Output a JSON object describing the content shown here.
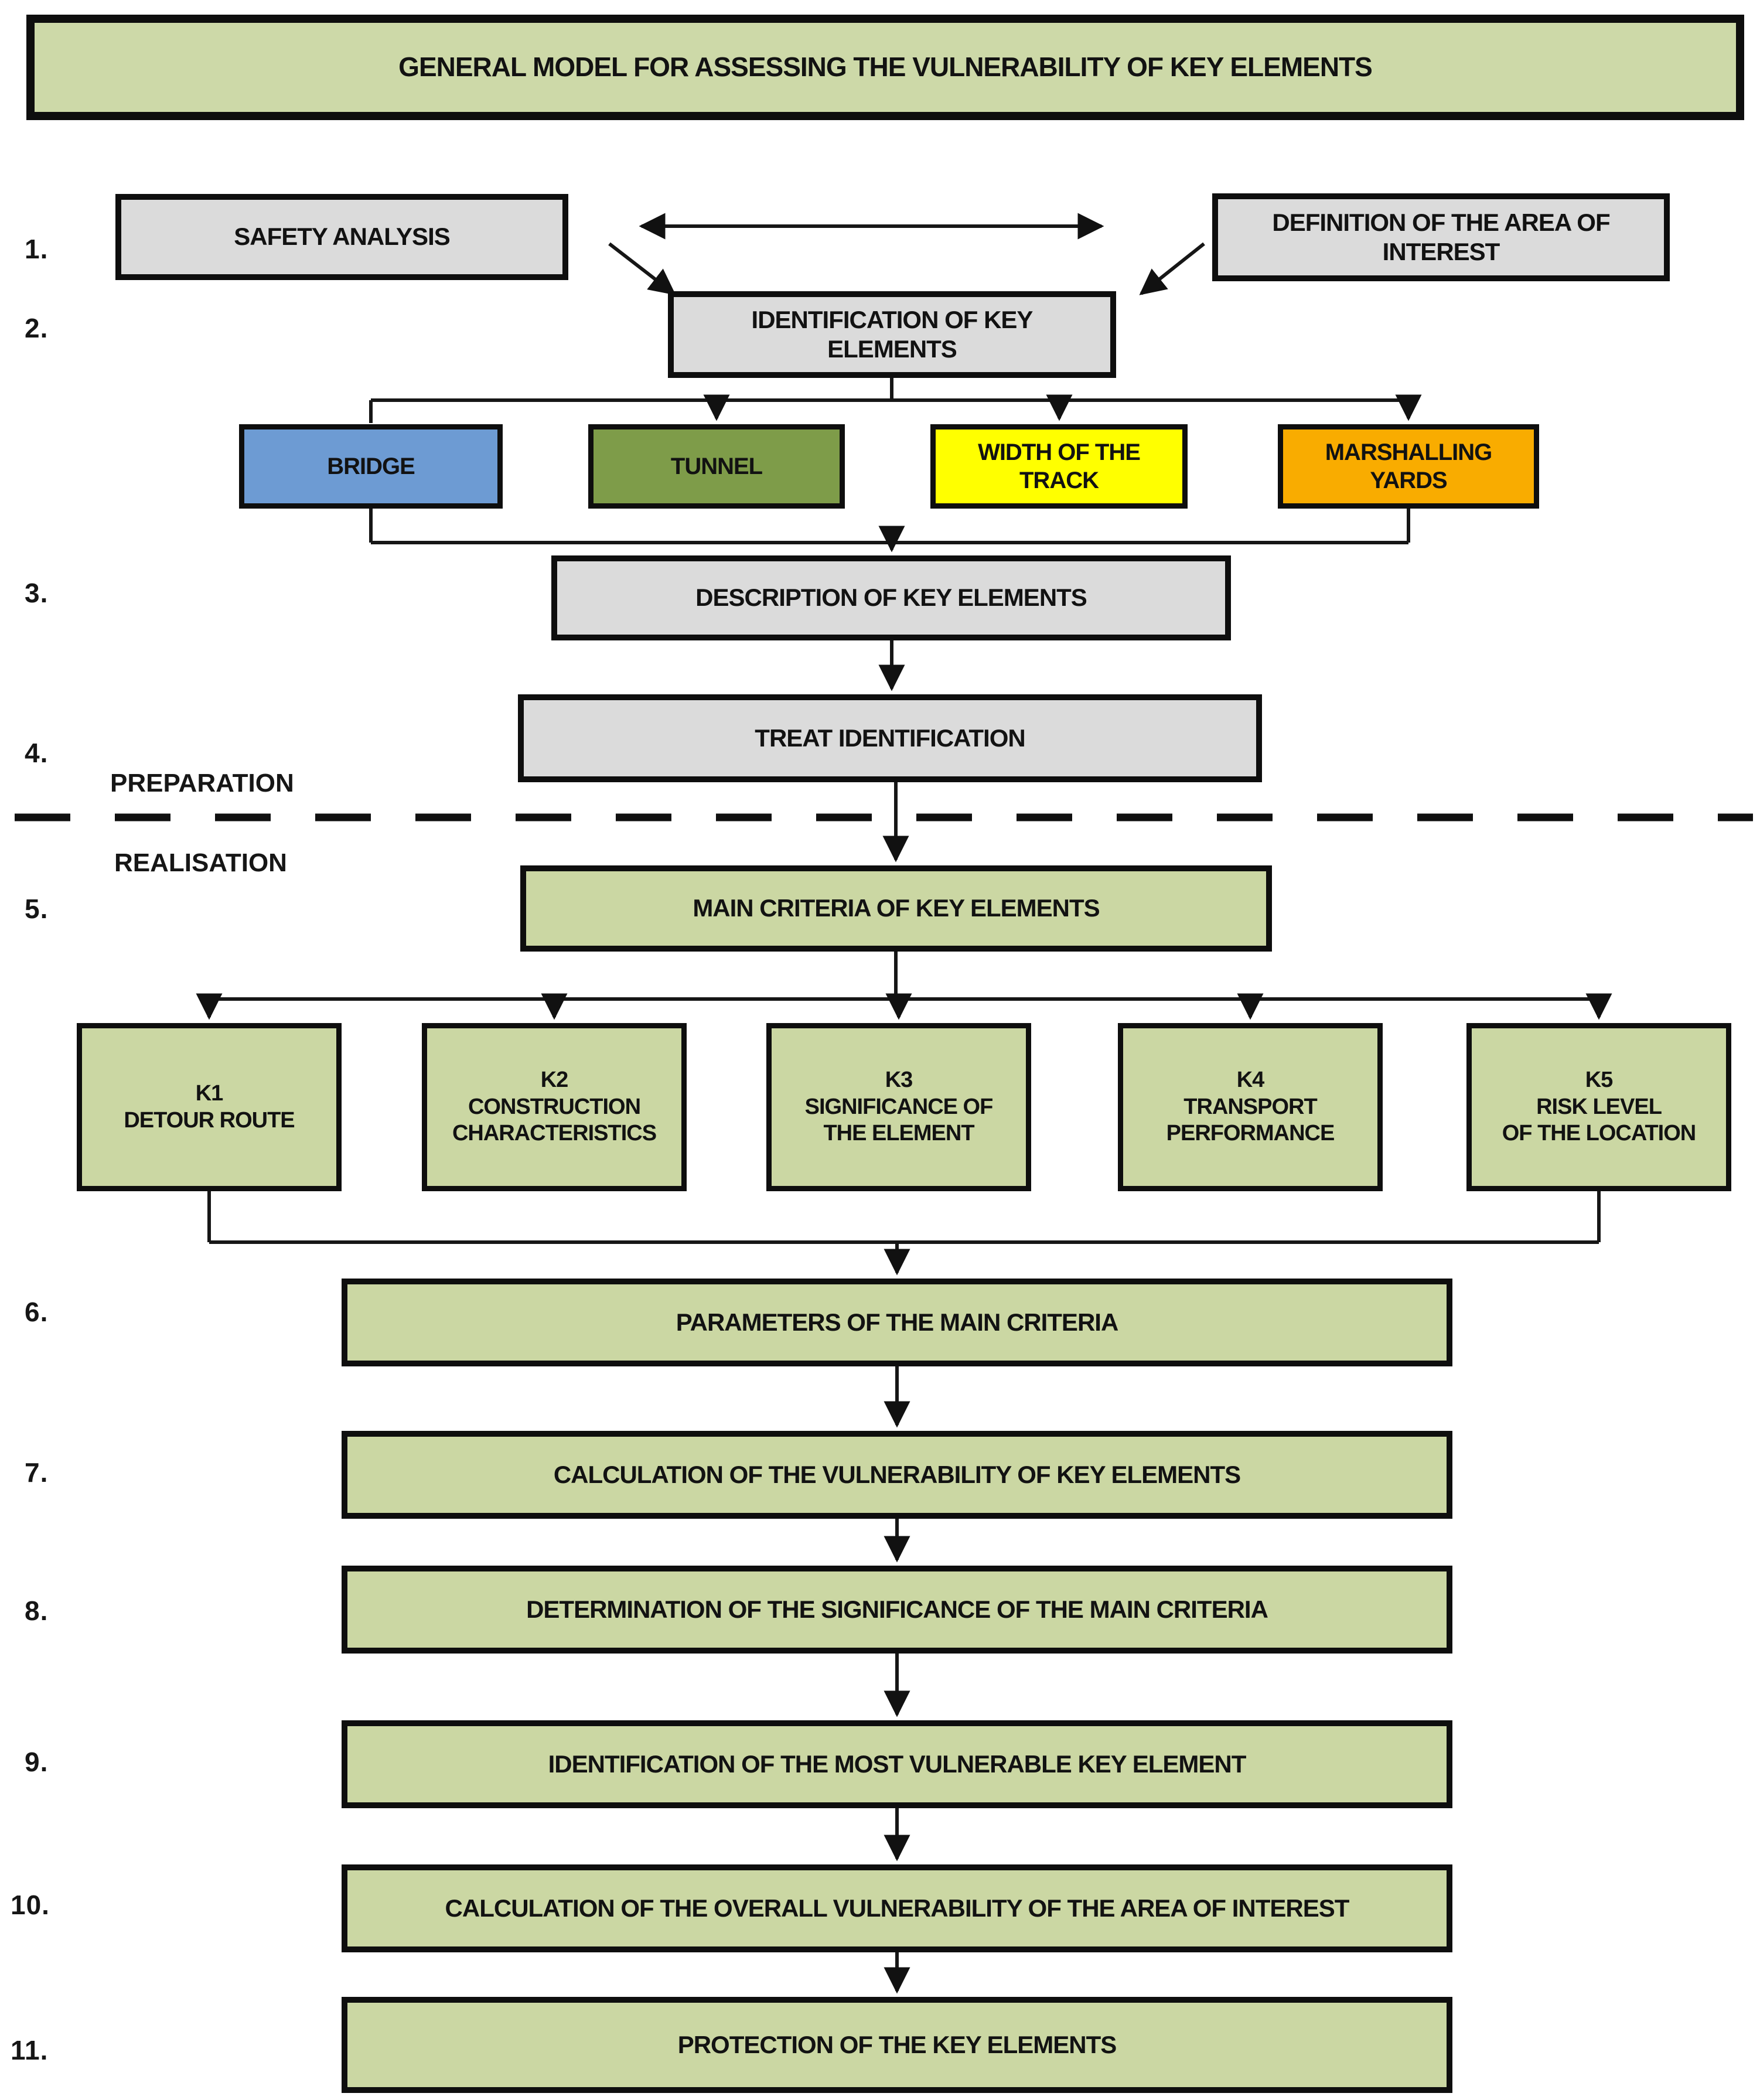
{
  "title": "GENERAL MODEL FOR ASSESSING THE VULNERABILITY OF KEY ELEMENTS",
  "phase_labels": {
    "preparation": "PREPARATION",
    "realisation": "REALISATION"
  },
  "step_numbers": [
    "1.",
    "2.",
    "3.",
    "4.",
    "5.",
    "6.",
    "7.",
    "8.",
    "9.",
    "10.",
    "11."
  ],
  "boxes": {
    "safety_analysis": "SAFETY ANALYSIS",
    "definition_of_area": "DEFINITION OF THE AREA OF\nINTEREST",
    "identification_of_key_elements": "IDENTIFICATION OF KEY\nELEMENTS",
    "description_of_key_elements": "DESCRIPTION OF KEY ELEMENTS",
    "treat_identification": "TREAT IDENTIFICATION",
    "main_criteria": "MAIN CRITERIA OF KEY ELEMENTS",
    "parameters": "PARAMETERS OF THE MAIN CRITERIA",
    "calculation_vulnerability": "CALCULATION OF THE VULNERABILITY OF KEY ELEMENTS",
    "determination_significance": "DETERMINATION OF THE SIGNIFICANCE OF THE MAIN CRITERIA",
    "identification_most_vulnerable": "IDENTIFICATION OF THE MOST VULNERABLE KEY ELEMENT",
    "calculation_overall": "CALCULATION OF THE OVERALL VULNERABILITY OF THE AREA OF INTEREST",
    "protection": "PROTECTION OF THE KEY ELEMENTS"
  },
  "key_elements": [
    {
      "label": "BRIDGE",
      "color": "#6d9bd3"
    },
    {
      "label": "TUNNEL",
      "color": "#7e9c49"
    },
    {
      "label": "WIDTH OF THE\nTRACK",
      "color": "#ffff00"
    },
    {
      "label": "MARSHALLING\nYARDS",
      "color": "#f9ac00"
    }
  ],
  "criteria": [
    {
      "id": "K1",
      "label": "DETOUR ROUTE"
    },
    {
      "id": "K2",
      "label": "CONSTRUCTION\nCHARACTERISTICS"
    },
    {
      "id": "K3",
      "label": "SIGNIFICANCE OF\nTHE ELEMENT"
    },
    {
      "id": "K4",
      "label": "TRANSPORT\nPERFORMANCE"
    },
    {
      "id": "K5",
      "label": "RISK LEVEL\nOF THE LOCATION"
    }
  ],
  "colors": {
    "stage_fill": "#cbd7a3",
    "process_fill": "#dbdbdb",
    "title_fill": "#cdd9a8",
    "border": "#0e0e0e"
  }
}
